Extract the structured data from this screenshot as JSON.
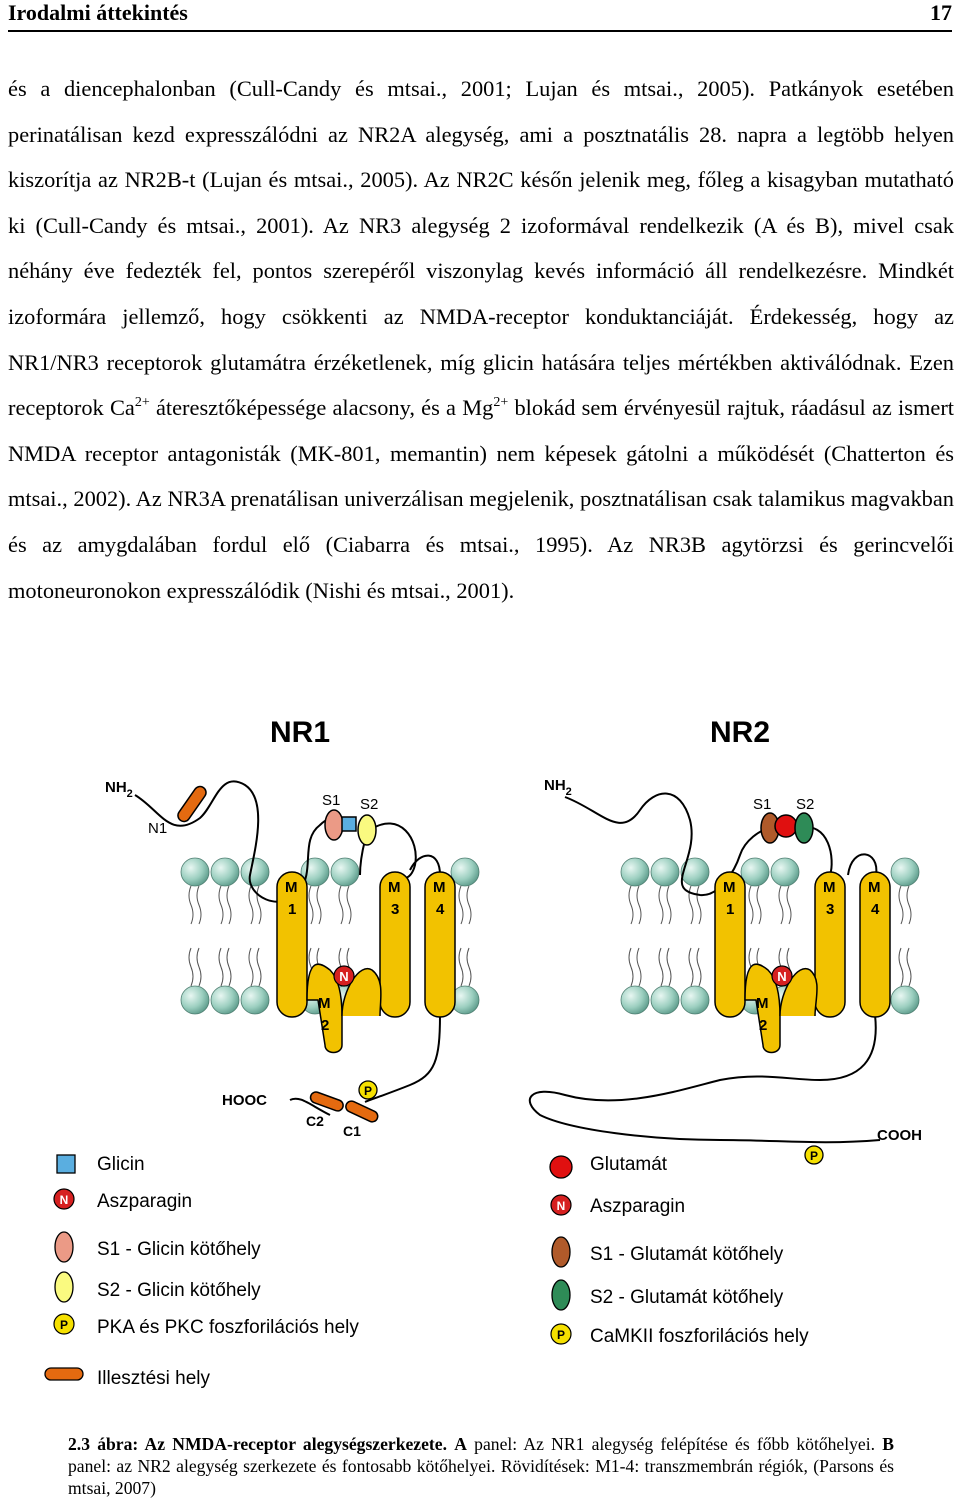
{
  "header": {
    "section_title": "Irodalmi áttekintés",
    "page_number": "17"
  },
  "body": {
    "part1": "és a diencephalonban (Cull-Candy és mtsai., 2001; Lujan és mtsai., 2005). Patkányok esetében perinatálisan kezd expresszálódni az NR2A alegység, ami a posztnatális 28. napra a legtöbb helyen kiszorítja az NR2B-t (Lujan és mtsai., 2005). Az NR2C későn jelenik meg, főleg a kisagyban mutatható ki (Cull-Candy és mtsai., 2001). Az NR3 alegység 2 izoformával rendelkezik (A és B), mivel csak néhány éve fedezték fel, pontos szerepéről viszonylag kevés információ áll rendelkezésre. Mindkét izoformára jellemző, hogy csökkenti az NMDA-receptor konduktanciáját. Érdekesség, hogy az NR1/NR3 receptorok glutamátra érzéketlenek, míg glicin hatására teljes mértékben aktiválódnak. Ezen receptorok Ca",
    "sup1": "2+",
    "part2": " áteresztőképessége alacsony, és a Mg",
    "sup2": "2+",
    "part3": " blokád sem érvényesül rajtuk, ráadásul az ismert NMDA receptor antagonisták (MK-801, memantin) nem képesek gátolni a működését (Chatterton és mtsai., 2002). Az NR3A prenatálisan univerzálisan megjelenik, posztnatálisan csak talamikus magvakban és az amygdalában fordul elő (Ciabarra és mtsai., 1995). Az NR3B agytörzsi és gerincvelői motoneuronokon expresszálódik (Nishi és mtsai., 2001)."
  },
  "figure": {
    "nr1": {
      "title": "NR1",
      "nh2": "NH",
      "nh2_sub": "2",
      "n1": "N1",
      "s1": "S1",
      "s2": "S2",
      "m1a": "M",
      "m1b": "1",
      "m2a": "M",
      "m2b": "2",
      "m3a": "M",
      "m3b": "3",
      "m4a": "M",
      "m4b": "4",
      "n": "N",
      "hooc": "HOOC",
      "c1": "C1",
      "c2": "C2",
      "p": "P"
    },
    "nr2": {
      "title": "NR2",
      "nh2": "NH",
      "nh2_sub": "2",
      "s1": "S1",
      "s2": "S2",
      "m1a": "M",
      "m1b": "1",
      "m2a": "M",
      "m2b": "2",
      "m3a": "M",
      "m3b": "3",
      "m4a": "M",
      "m4b": "4",
      "n": "N",
      "cooh": "COOH",
      "p": "P"
    },
    "legend_left": {
      "glicin": "Glicin",
      "aszparagin": "Aszparagin",
      "n_symbol": "N",
      "s1": "S1 - Glicin kötőhely",
      "s2": "S2 - Glicin kötőhely",
      "p_symbol": "P",
      "pka": "PKA és PKC foszforilációs hely",
      "illesztesi": "Illesztési hely"
    },
    "legend_right": {
      "glutamat": "Glutamát",
      "aszparagin": "Aszparagin",
      "n_symbol": "N",
      "s1": "S1 - Glutamát kötőhely",
      "s2": "S2 - Glutamát kötőhely",
      "p_symbol": "P",
      "camkii": "CaMKII foszforilációs hely"
    },
    "colors": {
      "helix": "#f2c200",
      "lipid_head": "#9ccfc0",
      "glicin": "#5aaee0",
      "asparagin": "#d62020",
      "s1_glicin": "#eb9a86",
      "s2_glicin": "#fafa80",
      "phospho": "#f5e000",
      "splice": "#e46a10",
      "glutamat": "#e01010",
      "s1_glutamat": "#b05a2a",
      "s2_glutamat": "#2e8b57"
    }
  },
  "caption": {
    "label": "2.3 ábra: Az NMDA-receptor alegységszerkezete.",
    "panel_a": "A",
    "text_a": " panel: Az NR1 alegység felépítése és főbb kötőhelyei. ",
    "panel_b": "B",
    "text_b": " panel: az NR2 alegység szerkezete és fontosabb kötőhelyei. Rövidítések: M1-4: transzmembrán régiók, (Parsons és mtsai, 2007)"
  }
}
